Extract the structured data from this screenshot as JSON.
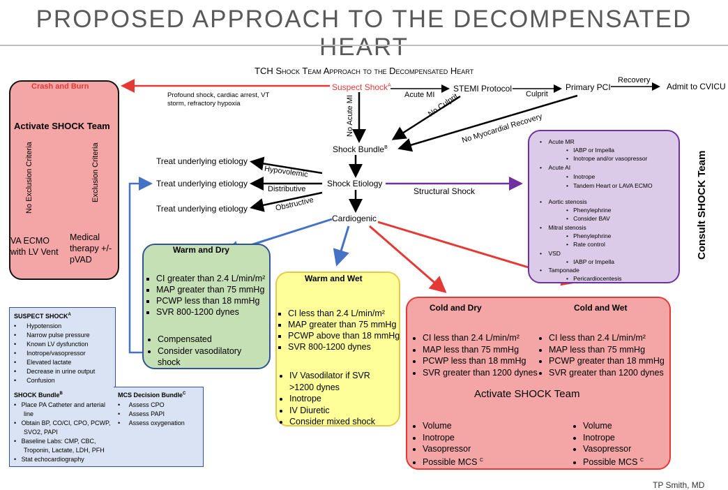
{
  "slide_title": "PROPOSED APPROACH TO THE DECOMPENSATED HEART",
  "subtitle": "TCH Shock Team Approach to the Decompensated Heart",
  "top_flow": {
    "suspect_shock": "Suspect Shock",
    "suspect_sup": "A",
    "acute_mi": "Acute MI",
    "stemi_protocol": "STEMI Protocol",
    "culprit": "Culprit",
    "primary_pci": "Primary PCI",
    "recovery": "Recovery",
    "admit": "Admit to CVICU",
    "no_culprit": "No Culprit",
    "no_myocardial_recovery": "No Myocardial Recovery",
    "no_acute_mi": "No Acute MI",
    "profound_shock_note": "Profound shock, cardiac arrest, VT storm, refractory hypoxia"
  },
  "shock_bundle": "Shock Bundle",
  "shock_bundle_sup": "B",
  "shock_etiology": "Shock Etiology",
  "hypovolemic": "Hypovolemic",
  "distributive": "Distributive",
  "obstructive": "Obstructive",
  "treat_underlying": [
    "Treat underlying etiology",
    "Treat underlying etiology",
    "Treat underlying etiology"
  ],
  "structural_shock": "Structural Shock",
  "cardiogenic": "Cardiogenic",
  "crash_box": {
    "title": "Crash and Burn",
    "activate": "Activate SHOCK Team",
    "no_exclusion": "No Exclusion Criteria",
    "exclusion": "Exclusion Criteria",
    "left_outcome": "VA ECMO with LV Vent",
    "right_outcome": "Medical therapy +/- pVAD"
  },
  "structural_box": {
    "items": [
      {
        "heading": "Acute MR",
        "subs": [
          "IABP or Impella",
          "Inotrope and/or vasopressor"
        ]
      },
      {
        "heading": "Acute AI",
        "subs": [
          "Inotrope",
          "Tandem Heart or LAVA ECMO"
        ]
      },
      {
        "heading": "Aortic stenosis",
        "subs": [
          "Phenylephrine",
          "Consider BAV"
        ]
      },
      {
        "heading": "Mitral stenosis",
        "subs": [
          "Phenylephrine",
          "Rate control"
        ]
      },
      {
        "heading": "VSD",
        "subs": [
          "IABP or Impella"
        ]
      },
      {
        "heading": "Tamponade",
        "subs": [
          "Pericardiocentesis"
        ]
      }
    ],
    "consult": "Consult SHOCK Team"
  },
  "warm_dry": {
    "title": "Warm and Dry",
    "criteria": [
      "CI greater than 2.4 L/min/m²",
      "MAP greater than 75 mmHg",
      "PCWP less than 18 mmHg",
      "SVR 800-1200 dynes"
    ],
    "actions": [
      "Compensated",
      "Consider vasodilatory shock"
    ]
  },
  "warm_wet": {
    "title": "Warm and Wet",
    "criteria": [
      "CI less than 2.4 L/min/m²",
      "MAP greater than 75 mmHg",
      "PCWP above than 18 mmHg",
      "SVR 800-1200 dynes"
    ],
    "actions": [
      "IV Vasodilator if SVR >1200 dynes",
      "Inotrope",
      "IV Diuretic",
      "Consider mixed shock"
    ]
  },
  "cold_box": {
    "cold_dry_title": "Cold and Dry",
    "cold_wet_title": "Cold and Wet",
    "cold_dry_criteria": [
      "CI less than 2.4 L/min/m²",
      "MAP less than 75 mmHg",
      "PCWP less than 18 mmHg",
      "SVR greater than 1200 dynes"
    ],
    "cold_wet_criteria": [
      "CI less than 2.4 L/min/m²",
      "MAP less than 75 mmHg",
      "PCWP greater than 18 mmHg",
      "SVR greater than 1200 dynes"
    ],
    "activate": "Activate SHOCK Team",
    "cold_dry_actions": [
      "Volume",
      "Inotrope",
      "Vasopressor",
      "Possible MCS"
    ],
    "cold_wet_actions": [
      "Volume",
      "Inotrope",
      "Vasopressor",
      "Possible MCS"
    ],
    "mcs_sup": "C"
  },
  "legend_box": {
    "suspect_title": "SUSPECT SHOCK",
    "suspect_sup": "A",
    "suspect_items": [
      "Hypotension",
      "Narrow pulse pressure",
      "Known LV dysfunction",
      "Inotrope/vasopressor",
      "Elevated lactate",
      "Decrease in urine output",
      "Confusion"
    ],
    "bundle_title": "SHOCK Bundle",
    "bundle_sup": "B",
    "bundle_items": [
      "Place PA Catheter and arterial line",
      "Obtain BP, CO/CI, CPO, PCWP, SVO2, PAPI",
      "Baseline Labs: CMP, CBC, Troponin, Lactate, LDH, PFH",
      "Stat echocardiography"
    ],
    "mcs_title": "MCS Decision Bundle",
    "mcs_sup": "C",
    "mcs_items": [
      "Assess CPO",
      "Assess PAPI",
      "Assess oxygenation"
    ]
  },
  "author": "TP Smith, MD",
  "colors": {
    "red": "#e53935",
    "blue": "#4472c4",
    "purple": "#7030a0",
    "green_fill": "#c5e0b4",
    "yellow_fill": "#ffff99",
    "pink_fill": "#f4a6a6",
    "lavender_fill": "#dccbe8",
    "title_gray": "#595959"
  }
}
